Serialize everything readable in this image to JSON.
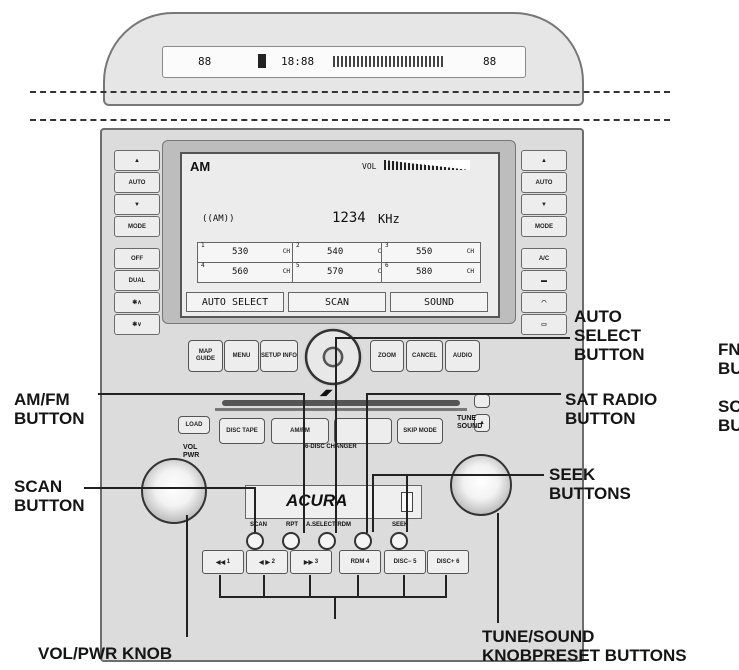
{
  "display": {
    "band": "AM",
    "vol_label": "VOL",
    "station_id": "((AM))",
    "frequency": "1234",
    "unit": "KHz",
    "presets": [
      {
        "num": "1",
        "freq": "530",
        "unit": "CH"
      },
      {
        "num": "2",
        "freq": "540",
        "unit": "CH"
      },
      {
        "num": "3",
        "freq": "550",
        "unit": "CH"
      },
      {
        "num": "4",
        "freq": "560",
        "unit": "CH"
      },
      {
        "num": "5",
        "freq": "570",
        "unit": "CH"
      },
      {
        "num": "6",
        "freq": "580",
        "unit": "CH"
      }
    ],
    "softkeys": [
      "AUTO SELECT",
      "SCAN",
      "SOUND"
    ]
  },
  "top_display": {
    "seg1": "88",
    "seg2": "18:88",
    "seg3": "88"
  },
  "panel": {
    "left_buttons": [
      "▲",
      "AUTO",
      "▼",
      "MODE",
      "OFF",
      "DUAL",
      "✱∧",
      "✱∨"
    ],
    "right_buttons": [
      "▲",
      "AUTO",
      "▼",
      "MODE",
      "A/C",
      "",
      "",
      ""
    ],
    "nav_row": [
      "MAP GUIDE",
      "MENU",
      "SETUP INFO",
      "ZOOM",
      "CANCEL",
      "AUDIO"
    ],
    "load": "LOAD",
    "disc_row": [
      "DISC TAPE",
      "AM/FM",
      "",
      "SKIP MODE"
    ],
    "vol_label": "VOL\nPWR",
    "tune_label": "TUNE\nSOUND",
    "changer": "6-DISC CHANGER",
    "brand": "ACURA",
    "small_row": [
      "SCAN",
      "RPT",
      "A.SELECT/RDM",
      "",
      "SEEK"
    ],
    "presets": [
      {
        "sym": "◀◀",
        "num": "1"
      },
      {
        "sym": "◀ ▶",
        "num": "2"
      },
      {
        "sym": "▶▶",
        "num": "3"
      },
      {
        "sym": "RDM",
        "num": "4"
      },
      {
        "sym": "DISC−",
        "num": "5"
      },
      {
        "sym": "DISC+",
        "num": "6"
      }
    ]
  },
  "callouts": {
    "auto_select": "AUTO\nSELECT\nBUTTON",
    "am_fm": "AM/FM\nBUTTON",
    "sat_radio": "SAT RADIO\nBUTTON",
    "scan": "SCAN\nBUTTON",
    "seek": "SEEK\nBUTTONS",
    "vol_pwr": "VOL/PWR KNOB",
    "tune_sound": "TUNE/SOUND\nKNOBPRESET BUTTONS",
    "cut_fm": "FN\nBU",
    "cut_sc": "SC\nBU"
  }
}
